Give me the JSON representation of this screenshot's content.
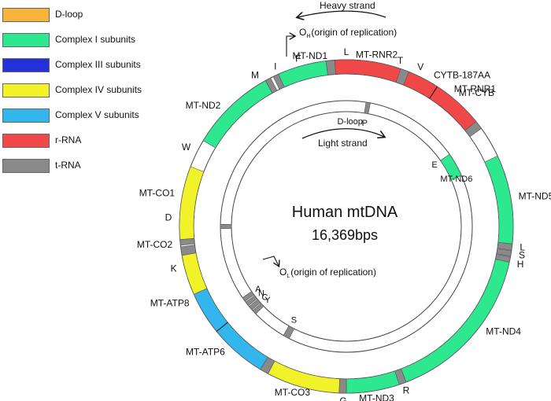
{
  "legend": [
    {
      "key": "dloop",
      "label": "D-loop",
      "color": "#f8b43a"
    },
    {
      "key": "c1",
      "label": "Complex I subunits",
      "color": "#2ee88f"
    },
    {
      "key": "c3",
      "label": "Complex III subunits",
      "color": "#2430d8"
    },
    {
      "key": "c4",
      "label": "Complex IV subunits",
      "color": "#f2f22a"
    },
    {
      "key": "c5",
      "label": "Complex V subunits",
      "color": "#33b5ee"
    },
    {
      "key": "rrna",
      "label": "r-RNA",
      "color": "#f04848"
    },
    {
      "key": "trna",
      "label": "t-RNA",
      "color": "#8a8a8a"
    }
  ],
  "center": {
    "title": "Human mtDNA",
    "size": "16,369bps"
  },
  "strands": {
    "heavy": "Heavy strand",
    "light": "Light strand"
  },
  "origins": {
    "heavy": {
      "letter": "O",
      "sub": "H",
      "text": "(origin of replication)"
    },
    "light": {
      "letter": "O",
      "sub": "L",
      "text": "(origin of replication)"
    }
  },
  "outer_segments": [
    {
      "type": "dloop",
      "from": -14,
      "to": 17
    },
    {
      "type": "trna",
      "from": 17,
      "to": 20
    },
    {
      "type": "c3",
      "from": 21,
      "to": 53
    },
    {
      "type": "c1",
      "from": 65,
      "to": 96
    },
    {
      "type": "trna",
      "from": 96,
      "to": 98.2
    },
    {
      "type": "trna",
      "from": 98.4,
      "to": 100.3
    },
    {
      "type": "trna",
      "from": 100.5,
      "to": 102.4
    },
    {
      "type": "c1",
      "from": 102.4,
      "to": 159
    },
    {
      "type": "trna",
      "from": 159,
      "to": 161.5
    },
    {
      "type": "c1",
      "from": 161.5,
      "to": 180
    },
    {
      "type": "trna",
      "from": 180,
      "to": 182.5
    },
    {
      "type": "c4",
      "from": 182.5,
      "to": 208
    },
    {
      "type": "trna",
      "from": 208,
      "to": 211
    },
    {
      "type": "c5",
      "from": 211,
      "to": 246
    },
    {
      "type": "c4",
      "from": 246,
      "to": 260
    },
    {
      "type": "trna",
      "from": 260,
      "to": 263
    },
    {
      "type": "trna",
      "from": 263.5,
      "to": 265.5
    },
    {
      "type": "c4",
      "from": 265.5,
      "to": 291
    },
    {
      "type": "c1",
      "from": 301,
      "to": 331
    },
    {
      "type": "trna",
      "from": 331,
      "to": 333
    },
    {
      "type": "trna",
      "from": 334,
      "to": 336
    },
    {
      "type": "c1",
      "from": 336,
      "to": 353
    },
    {
      "type": "trna",
      "from": 353,
      "to": 356
    },
    {
      "type": "rrna",
      "from": 356,
      "to": 379
    },
    {
      "type": "trna",
      "from": 379,
      "to": 382
    },
    {
      "type": "rrna",
      "from": 382,
      "to": 411
    },
    {
      "type": "trna",
      "from": 411,
      "to": 414
    }
  ],
  "outer_dividers": [
    231,
    33
  ],
  "inner_segments": [
    {
      "type": "trna",
      "from": 9,
      "to": 11
    },
    {
      "type": "c1",
      "from": 55,
      "to": 66
    },
    {
      "type": "trna",
      "from": 207,
      "to": 210
    },
    {
      "type": "trna",
      "from": 226,
      "to": 228
    },
    {
      "type": "trna",
      "from": 228.5,
      "to": 230.5
    },
    {
      "type": "trna",
      "from": 231,
      "to": 233
    },
    {
      "type": "trna",
      "from": 233.5,
      "to": 235.5
    },
    {
      "type": "trna",
      "from": 269,
      "to": 271
    }
  ],
  "outer_labels": [
    {
      "text": "F",
      "angle": -16
    },
    {
      "text": "T",
      "angle": 18
    },
    {
      "text": "CYTB-187AA",
      "angle": 30
    },
    {
      "text": "MT-CYB",
      "angle": 40
    },
    {
      "text": "MT-ND5",
      "angle": 80
    },
    {
      "text": "L",
      "angle": 96.8
    },
    {
      "text": "S",
      "angle": 99.5
    },
    {
      "text": "H",
      "angle": 102.5
    },
    {
      "text": "MT-ND4",
      "angle": 127
    },
    {
      "text": "R",
      "angle": 160
    },
    {
      "text": "MT-ND3",
      "angle": 170
    },
    {
      "text": "G",
      "angle": 181
    },
    {
      "text": "MT-CO3",
      "angle": 198
    },
    {
      "text": "MT-ATP6",
      "angle": 224
    },
    {
      "text": "MT-ATP8",
      "angle": 244
    },
    {
      "text": "K",
      "angle": 256
    },
    {
      "text": "MT-CO2",
      "angle": 264
    },
    {
      "text": "D",
      "angle": 273
    },
    {
      "text": "MT-CO1",
      "angle": 281
    },
    {
      "text": "W",
      "angle": 297
    },
    {
      "text": "MT-ND2",
      "angle": 314
    },
    {
      "text": "M",
      "angle": 330
    },
    {
      "text": "I",
      "angle": 336.5
    },
    {
      "text": "MT-ND1",
      "angle": 348
    },
    {
      "text": "L",
      "angle": 360
    },
    {
      "text": "MT-RNR2",
      "angle": 370
    },
    {
      "text": "V",
      "angle": 384
    },
    {
      "text": "MT-RNR1",
      "angle": 398
    }
  ],
  "inner_labels": [
    {
      "text": "D-loop",
      "angle": 2
    },
    {
      "text": "P",
      "angle": 10
    },
    {
      "text": "E",
      "angle": 54
    },
    {
      "text": "MT-ND6",
      "angle": 63
    },
    {
      "text": "S",
      "angle": 208
    },
    {
      "text": "Y",
      "angle": 226
    },
    {
      "text": "C",
      "angle": 228
    },
    {
      "text": "N",
      "angle": 231
    },
    {
      "text": "A",
      "angle": 234
    }
  ]
}
